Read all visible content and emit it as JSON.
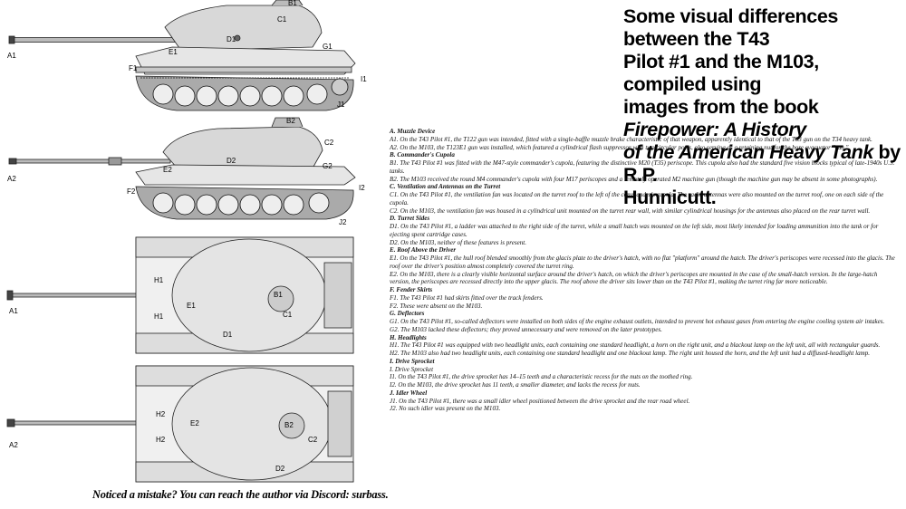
{
  "title": {
    "line1": "Some visual differences between the T43",
    "line2": "Pilot #1 and the M103, compiled using",
    "line3": "images from the book ",
    "book": "Firepower: A History",
    "line4_book": "of the American Heavy Tank",
    "line4_rest": " by R.P.",
    "line5": "Hunnicutt."
  },
  "footer": "Noticed a mistake? You can reach the author via Discord: surbass.",
  "drawing_labels": {
    "side_a1": {
      "view": "A1",
      "b1": "B1",
      "c1": "C1",
      "d1": "D1",
      "e1": "E1",
      "g1": "G1",
      "f1": "F1",
      "i1": "I1",
      "j1": "J1"
    },
    "side_a2": {
      "view": "A2",
      "b2": "B2",
      "c2": "C2",
      "d2": "D2",
      "e2": "E2",
      "g2": "G2",
      "f2": "F2",
      "i2": "I2",
      "j2": "J2"
    },
    "front_a1": {
      "b1": "B1",
      "d1": "D1",
      "a1": "A1",
      "e1": "E1",
      "h1a": "H1",
      "h1b": "H1"
    },
    "front_a2": {
      "b2": "B2",
      "d2a": "D2",
      "a2": "A2",
      "d2b": "D2",
      "e2": "E2",
      "h2a": "H2",
      "h2b": "H2"
    },
    "top_a1": {
      "view": "A1",
      "h1a": "H1",
      "h1b": "H1",
      "b1": "B1",
      "e1": "E1",
      "d1": "D1",
      "c1": "C1"
    },
    "top_a2": {
      "view": "A2",
      "h2a": "H2",
      "h2b": "H2",
      "b2": "B2",
      "e2": "E2",
      "c2": "C2",
      "d2": "D2"
    }
  },
  "notes": [
    {
      "type": "sec",
      "text": "A. Muzzle Device"
    },
    {
      "type": "ln",
      "text": "A1. On the T43 Pilot #1, the T122 gun was intended, fitted with a single-baffle muzzle brake characteristic of that weapon, apparently identical to that of the T53 gun on the T34 heavy tank."
    },
    {
      "type": "ln",
      "text": "A2. On the M103, the T123E1 gun was installed, which featured a cylindrical flash suppressor with two circular ports, also serving as a retaining nut for the bore evacuator \"can.\""
    },
    {
      "type": "sec",
      "text": "B. Commander's Cupola"
    },
    {
      "type": "ln",
      "text": "B1. The T43 Pilot #1 was fitted with the M47-style commander's cupola, featuring the distinctive M20 (T35) periscope. This cupola also had the standard five vision blocks typical of late-1940s U.S. tanks."
    },
    {
      "type": "ln",
      "text": "B2. The M103 received the round M4 commander's cupola with four M17 periscopes and a remotely operated M2 machine gun (though the machine gun may be absent in some photographs)."
    },
    {
      "type": "sec",
      "text": "C. Ventilation and Antennas on the Turret"
    },
    {
      "type": "ln",
      "text": "C1. On the T43 Pilot #1, the ventilation fan was located on the turret roof to the left of the commander's cupola. The radio antennas were also mounted on the turret roof, one on each side of the cupola."
    },
    {
      "type": "ln",
      "text": "C2. On the M103, the ventilation fan was housed in a cylindrical unit mounted on the turret rear wall, with similar cylindrical housings for the antennas also placed on the rear turret wall."
    },
    {
      "type": "sec",
      "text": "D. Turret Sides"
    },
    {
      "type": "ln",
      "text": "D1. On the T43 Pilot #1, a ladder was attached to the right side of the turret, while a small hatch was mounted on the left side, most likely intended for loading ammunition into the tank or for ejecting spent cartridge cases."
    },
    {
      "type": "ln",
      "text": "D2. On the M103, neither of these features is present."
    },
    {
      "type": "sec",
      "text": "E. Roof Above the Driver"
    },
    {
      "type": "ln",
      "text": "E1. On the T43 Pilot #1, the hull roof blended smoothly from the glacis plate to the driver's hatch, with no flat \"platform\" around the hatch. The driver's periscopes were recessed into the glacis. The roof over the driver's position almost completely covered the turret ring."
    },
    {
      "type": "ln",
      "text": "E2. On the M103, there is a clearly visible horizontal surface around the driver's hatch, on which the driver's periscopes are mounted in the case of the small-hatch version. In the large-hatch version, the periscopes are recessed directly into the upper glacis. The roof above the driver sits lower than on the T43 Pilot #1, making the turret ring far more noticeable."
    },
    {
      "type": "sec",
      "text": "F. Fender Skirts"
    },
    {
      "type": "ln",
      "text": "F1. The T43 Pilot #1 had skirts fitted over the track fenders."
    },
    {
      "type": "ln",
      "text": "F2. These were absent on the M103."
    },
    {
      "type": "sec",
      "text": "G. Deflectors"
    },
    {
      "type": "ln",
      "text": "G1. On the T43 Pilot #1, so-called deflectors were installed on both sides of the engine exhaust outlets, intended to prevent hot exhaust gases from entering the engine cooling system air intakes."
    },
    {
      "type": "ln",
      "text": "G2. The M103 lacked these deflectors; they proved unnecessary and were removed on the later prototypes."
    },
    {
      "type": "sec",
      "text": "H. Headlights"
    },
    {
      "type": "ln",
      "text": "H1. The T43 Pilot #1 was equipped with two headlight units, each containing one standard headlight, a horn on the right unit, and a blackout lamp on the left unit, all with rectangular guards."
    },
    {
      "type": "ln",
      "text": "H2. The M103 also had two headlight units, each containing one standard headlight and one blackout lamp. The right unit housed the horn, and the left unit had a diffused-headlight lamp."
    },
    {
      "type": "sec",
      "text": "I. Drive Sprocket"
    },
    {
      "type": "ln",
      "text": "I. Drive Sprocket"
    },
    {
      "type": "ln",
      "text": "I1. On the T43 Pilot #1, the drive sprocket has 14–15 teeth and a characteristic recess for the nuts on the toothed ring."
    },
    {
      "type": "ln",
      "text": "I2. On the M103, the drive sprocket has 11 teeth, a smaller diameter, and lacks the recess for nuts."
    },
    {
      "type": "sec",
      "text": "J. Idler Wheel"
    },
    {
      "type": "ln",
      "text": "J1. On the T43 Pilot #1, there was a small idler wheel positioned between the drive sprocket and the rear road wheel."
    },
    {
      "type": "ln",
      "text": "J2. No such idler was present on the M103."
    }
  ]
}
